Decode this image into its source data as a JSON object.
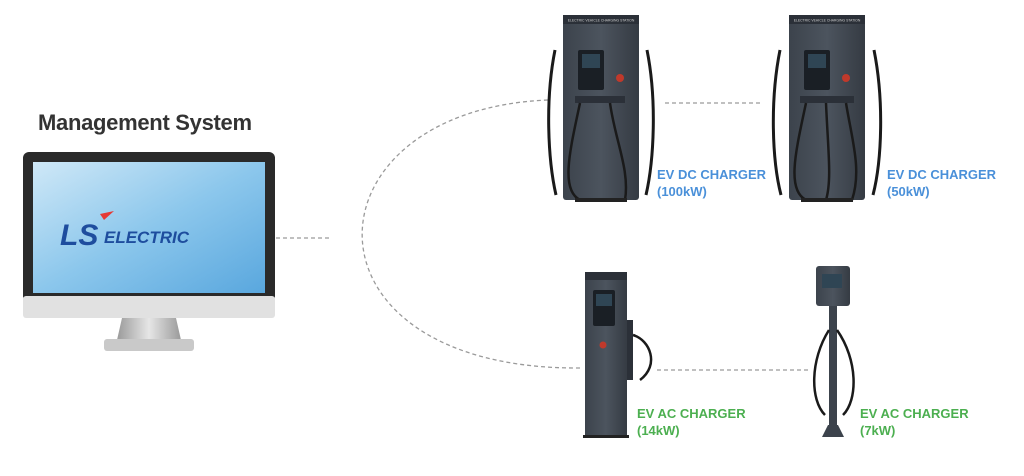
{
  "title": "Management System",
  "monitor": {
    "logo_ls": "LS",
    "logo_electric": "ELECTRIC",
    "logo_color": "#1e4d9e",
    "accent_color": "#e53935"
  },
  "charger_header_text": "ELECTRIC VEHICLE CHARGING STATION",
  "chargers": [
    {
      "type": "EV DC CHARGER",
      "power": "(100kW)",
      "color": "#4a90d9"
    },
    {
      "type": "EV DC CHARGER",
      "power": "(50kW)",
      "color": "#4a90d9"
    },
    {
      "type": "EV AC CHARGER",
      "power": "(14kW)",
      "color": "#4caf50"
    },
    {
      "type": "EV AC CHARGER",
      "power": "(7kW)",
      "color": "#4caf50"
    }
  ]
}
